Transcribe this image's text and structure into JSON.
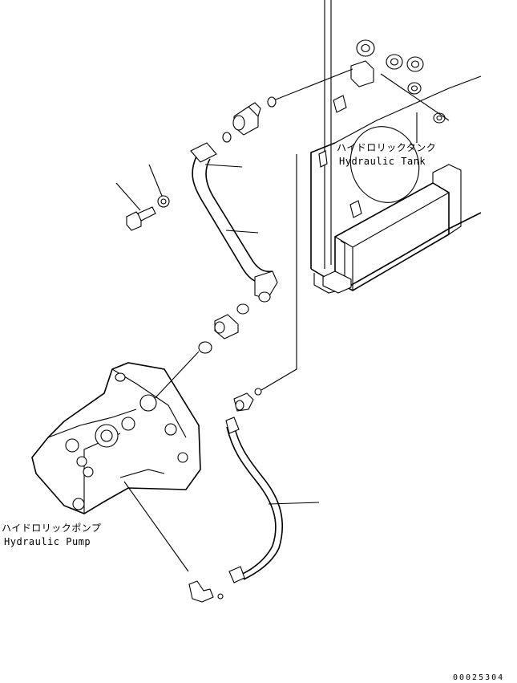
{
  "labels": {
    "tank_jp": "ハイドロリックタンク",
    "tank_en": "Hydraulic Tank",
    "pump_jp": "ハイドロリックポンプ",
    "pump_en": "Hydraulic Pump"
  },
  "document_number": "00025304"
}
